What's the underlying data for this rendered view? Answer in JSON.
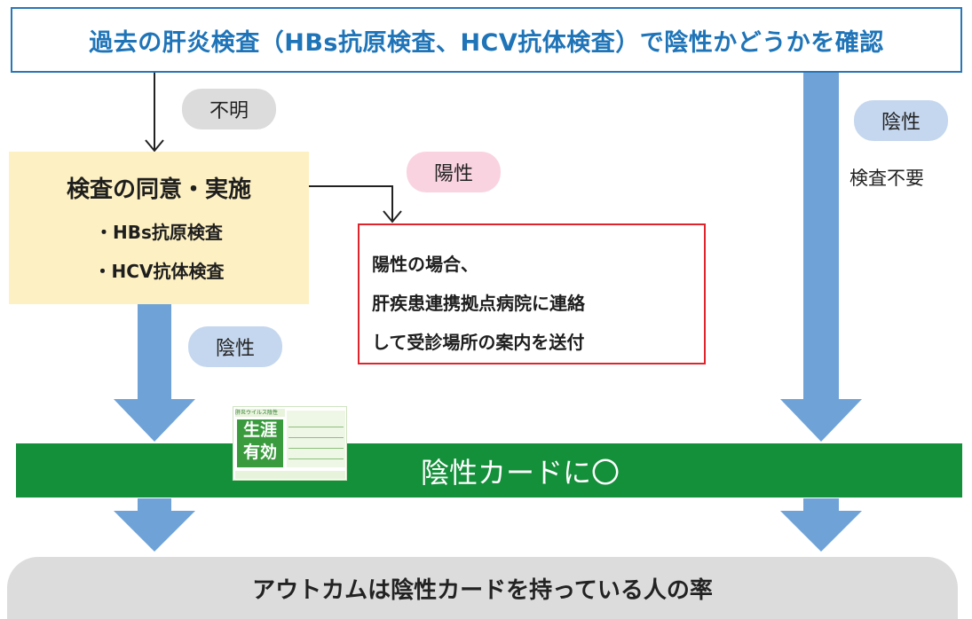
{
  "top_box": {
    "text": "過去の肝炎検査（HBs抗原検査、HCV抗体検査）で陰性かどうかを確認"
  },
  "labels": {
    "unknown": "不明",
    "positive": "陽性",
    "negative_left": "陰性",
    "negative_right": "陰性",
    "not_needed": "検査不要"
  },
  "consent_box": {
    "title": "検査の同意・実施",
    "items": [
      "・HBs抗原検査",
      "・HCV抗体検査"
    ]
  },
  "positive_box": {
    "lines": [
      "陽性の場合、",
      "肝疾患連携拠点病院に連絡",
      "して受診場所の案内を送付"
    ]
  },
  "mini_card": {
    "header": "肝炎ウイルス陰性",
    "big_text_1": "生涯",
    "big_text_2": "有効"
  },
  "card_band": {
    "text": "陰性カードに〇"
  },
  "outcome": {
    "text": "アウトカムは陰性カードを持っている人の率"
  },
  "colors": {
    "title_blue": "#1f74b8",
    "arrow_blue": "#6fa3d8",
    "band_green": "#148f3a",
    "consent_yellow": "#fdf0c2",
    "positive_red": "#e0242c"
  }
}
